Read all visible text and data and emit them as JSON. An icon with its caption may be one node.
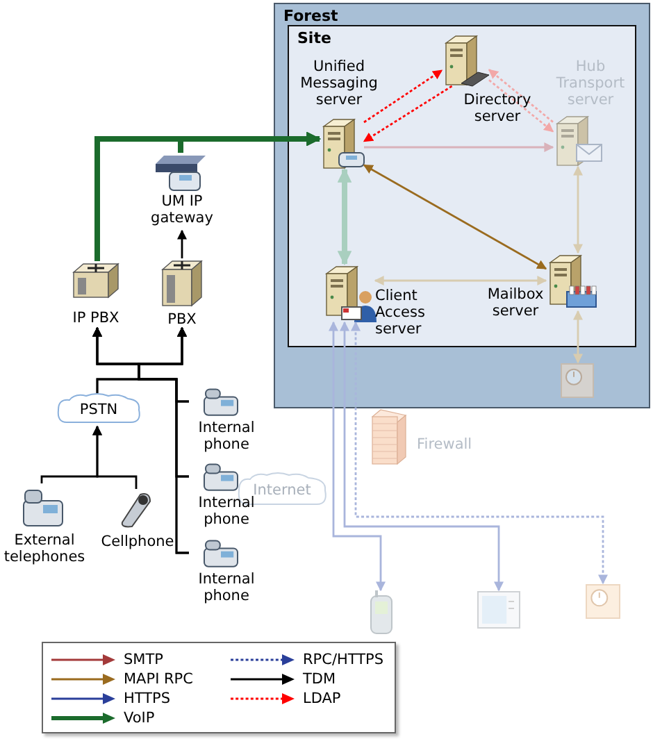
{
  "diagram": {
    "nodes": [
      {
        "text": [
          "Forest"
        ]
      },
      {
        "text": [
          "Site"
        ],
        "in": 0
      },
      {
        "text": [
          "Unified Messaging server"
        ],
        "in": 1
      },
      {
        "text": [
          "Directory server"
        ],
        "in": 1
      },
      {
        "text": [
          "Hub Transport server"
        ],
        "in": 1
      },
      {
        "text": [
          "Client Access server"
        ],
        "in": 1
      },
      {
        "text": [
          "Mailbox server"
        ],
        "in": 1
      },
      {
        "text": [],
        "shape": "picture",
        "in": 0
      },
      {
        "text": [
          "UM IP gateway"
        ]
      },
      {
        "text": [
          "IP PBX"
        ]
      },
      {
        "text": [
          "PBX"
        ]
      },
      {
        "text": [
          "PSTN"
        ]
      },
      {
        "text": [
          "External telephones"
        ]
      },
      {
        "text": [
          "Cellphone"
        ]
      },
      {
        "text": [
          "Internal phone"
        ]
      },
      {
        "text": [
          "Internal phone"
        ]
      },
      {
        "text": [
          "Internal phone"
        ]
      },
      {
        "text": [
          "Firewall"
        ]
      },
      {
        "text": [
          "Internet"
        ]
      },
      {
        "text": [],
        "shape": "picture"
      },
      {
        "text": [],
        "shape": "picture"
      },
      {
        "text": [],
        "shape": "picture"
      }
    ],
    "edges": [
      {
        "from": 9,
        "to": 2,
        "arrow": "to",
        "style": "thick",
        "color": "#1b6b2c"
      },
      {
        "from": 8,
        "to": 2,
        "arrow": "to",
        "style": "thick",
        "color": "#1b6b2c"
      },
      {
        "from": 10,
        "to": 8,
        "arrow": "to"
      },
      {
        "from": 11,
        "to": 9,
        "arrow": "to"
      },
      {
        "from": 11,
        "to": 10,
        "arrow": "to"
      },
      {
        "from": 14,
        "to": 9,
        "arrow": "to"
      },
      {
        "from": 14,
        "to": 10,
        "arrow": "to"
      },
      {
        "from": 15,
        "to": 9,
        "arrow": "to"
      },
      {
        "from": 15,
        "to": 10,
        "arrow": "to"
      },
      {
        "from": 16,
        "to": 9,
        "arrow": "to"
      },
      {
        "from": 16,
        "to": 10,
        "arrow": "to"
      },
      {
        "from": 12,
        "to": 11,
        "arrow": "to"
      },
      {
        "from": 13,
        "to": 11,
        "arrow": "to"
      },
      {
        "from": 2,
        "to": 3,
        "arrow": "to",
        "style": "dashed",
        "color": "#ff0000"
      },
      {
        "from": 3,
        "to": 2,
        "arrow": "to",
        "style": "dashed",
        "color": "#ff0000"
      },
      {
        "from": 4,
        "to": 3,
        "arrow": "to",
        "style": "dashed",
        "color": "#f2a8a8"
      },
      {
        "from": 3,
        "to": 4,
        "arrow": "to",
        "style": "dashed",
        "color": "#f2a8a8"
      },
      {
        "from": 2,
        "to": 4,
        "arrow": "to",
        "color": "#d9b2ba"
      },
      {
        "from": 2,
        "to": 6,
        "arrow": "both",
        "color": "#9a6b1f"
      },
      {
        "from": 2,
        "to": 5,
        "arrow": "both",
        "style": "thick",
        "color": "#a9cfbf"
      },
      {
        "from": 5,
        "to": 6,
        "arrow": "both",
        "color": "#d8ccb0"
      },
      {
        "from": 4,
        "to": 6,
        "arrow": "both",
        "color": "#d8ccb0"
      },
      {
        "from": 6,
        "to": 7,
        "arrow": "both",
        "color": "#d8ccb0"
      },
      {
        "from": 5,
        "to": 19,
        "arrow": "both",
        "color": "#a9b5dc"
      },
      {
        "from": 5,
        "to": 20,
        "arrow": "both",
        "color": "#a9b5dc"
      },
      {
        "from": 5,
        "to": 21,
        "arrow": "both",
        "style": "dashed",
        "color": "#a9b5dc"
      }
    ],
    "legend": [
      {
        "text": "SMTP"
      },
      {
        "text": "MAPI RPC"
      },
      {
        "text": "HTTPS"
      },
      {
        "text": "VoIP"
      },
      {
        "text": "RPC/HTTPS"
      },
      {
        "text": "TDM"
      },
      {
        "text": "LDAP"
      }
    ]
  }
}
